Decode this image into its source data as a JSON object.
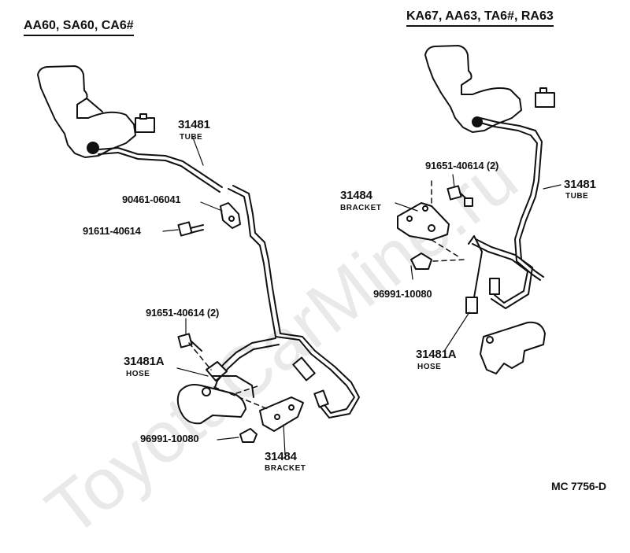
{
  "left": {
    "header": "AA60, SA60, CA6#",
    "labels": {
      "tube_part": "31481",
      "tube_name": "TUBE",
      "clamp": "90461-06041",
      "bolt": "91611-40614",
      "bolt2": "91651-40614 (2)",
      "hose_part": "31481A",
      "hose_name": "HOSE",
      "clip": "96991-10080",
      "bracket_part": "31484",
      "bracket_name": "BRACKET"
    }
  },
  "right": {
    "header": "KA67, AA63, TA6#, RA63",
    "labels": {
      "bolt2": "91651-40614 (2)",
      "bracket_part": "31484",
      "bracket_name": "BRACKET",
      "tube_part": "31481",
      "tube_name": "TUBE",
      "clip": "96991-10080",
      "hose_part": "31481A",
      "hose_name": "HOSE"
    }
  },
  "code": "MC  7756-D",
  "watermark": "ToyotaCarMine.ru"
}
